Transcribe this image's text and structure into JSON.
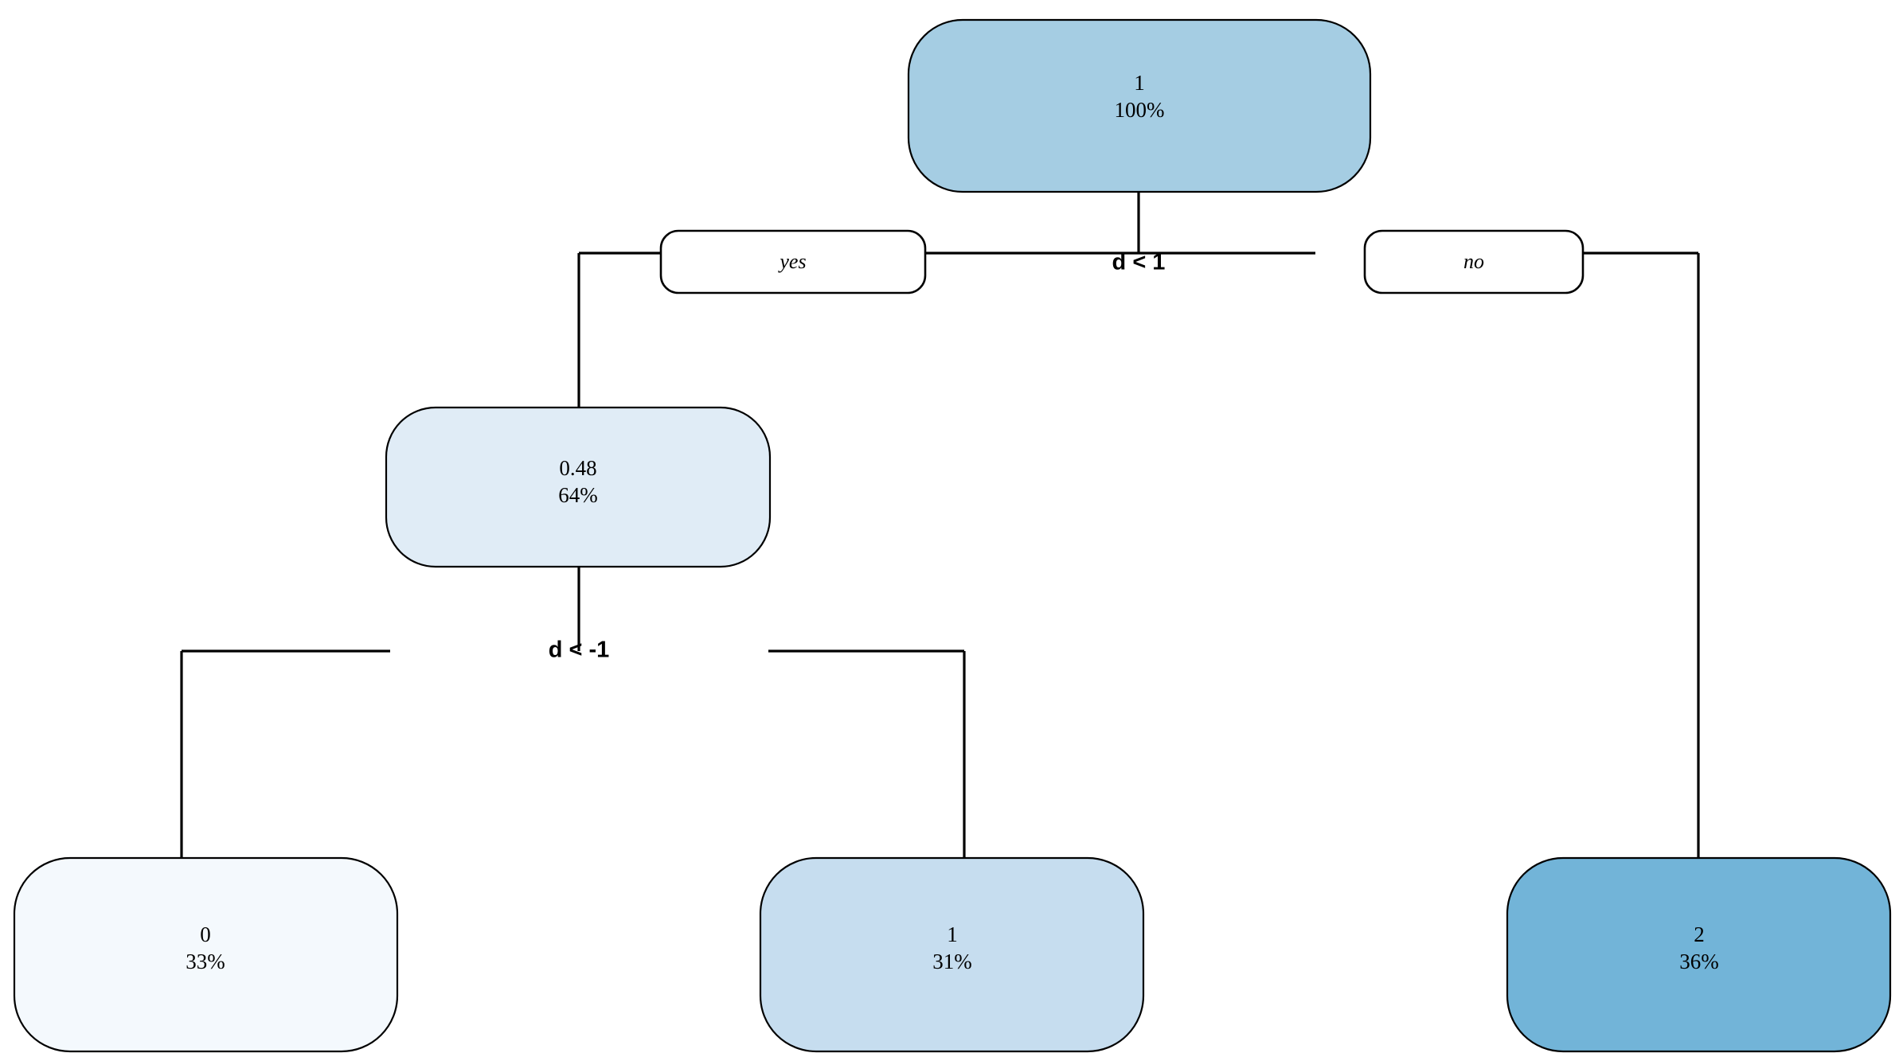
{
  "chart_data": {
    "type": "diagram",
    "diagram_type": "decision-tree",
    "title": "",
    "nodes": [
      {
        "id": "n1",
        "label": "1",
        "pct": "100%",
        "fill": "#a5cde3",
        "depth": 0,
        "role": "root"
      },
      {
        "id": "n2",
        "label": "0.48",
        "pct": "64%",
        "fill": "#e0ecf6",
        "depth": 1,
        "role": "internal"
      },
      {
        "id": "n4",
        "label": "0",
        "pct": "33%",
        "fill": "#f4f9fd",
        "depth": 2,
        "role": "leaf"
      },
      {
        "id": "n5",
        "label": "1",
        "pct": "31%",
        "fill": "#c6ddef",
        "depth": 2,
        "role": "leaf"
      },
      {
        "id": "n3",
        "label": "2",
        "pct": "36%",
        "fill": "#72b4d8",
        "depth": 1,
        "role": "leaf"
      }
    ],
    "splits": [
      {
        "id": "s1",
        "condition": "d < 1",
        "yes_label": "yes",
        "no_label": "no",
        "parent": "n1",
        "yes_child": "n2",
        "no_child": "n3"
      },
      {
        "id": "s2",
        "condition": "d < -1",
        "yes_label": "",
        "no_label": "",
        "parent": "n2",
        "yes_child": "n4",
        "no_child": "n5"
      }
    ],
    "legend": [],
    "notes": "rpart-style classification tree; node boxes show predicted class and percentage of observations"
  },
  "diagram": {
    "root": {
      "class_label": "1",
      "percent": "100%"
    },
    "split_root": {
      "condition": "d < 1",
      "yes": "yes",
      "no": "no"
    },
    "left_internal": {
      "class_label": "0.48",
      "percent": "64%"
    },
    "split_left": {
      "condition": "d < -1"
    },
    "leaf_left": {
      "class_label": "0",
      "percent": "33%"
    },
    "leaf_mid": {
      "class_label": "1",
      "percent": "31%"
    },
    "leaf_right": {
      "class_label": "2",
      "percent": "36%"
    }
  },
  "colors": {
    "root_fill": "#a5cde3",
    "internal_fill": "#e0ecf6",
    "leaf_left_fill": "#f4f9fd",
    "leaf_mid_fill": "#c6ddef",
    "leaf_right_fill": "#72b4d8",
    "stroke": "#000000",
    "background": "#ffffff"
  }
}
